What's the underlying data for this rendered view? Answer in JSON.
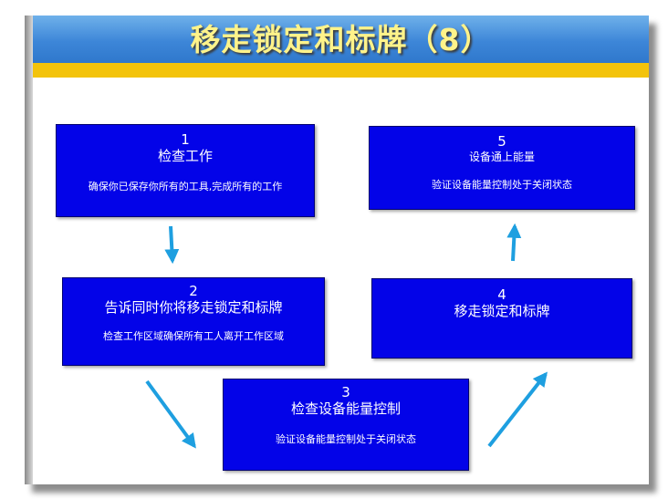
{
  "title": "移走锁定和标牌（8）",
  "steps": [
    {
      "num": "1",
      "heading": "检查工作",
      "detail": "确保你已保存你所有的工具,完成所有的工作"
    },
    {
      "num": "2",
      "heading": "告诉同时你将移走锁定和标牌",
      "detail": "检查工作区域确保所有工人离开工作区域"
    },
    {
      "num": "3",
      "heading": "检查设备能量控制",
      "detail": "验证设备能量控制处于关闭状态"
    },
    {
      "num": "4",
      "heading": "移走锁定和标牌"
    },
    {
      "num": "5",
      "heading": "设备通上能量",
      "detail": "验证设备能量控制处于关闭状态"
    }
  ],
  "colors": {
    "box_fill": "#0303e8",
    "arrow": "#1e9fe0",
    "title_band": "#3d86d8",
    "title_stripe": "#f3c30b",
    "title_text": "#fff38a"
  }
}
